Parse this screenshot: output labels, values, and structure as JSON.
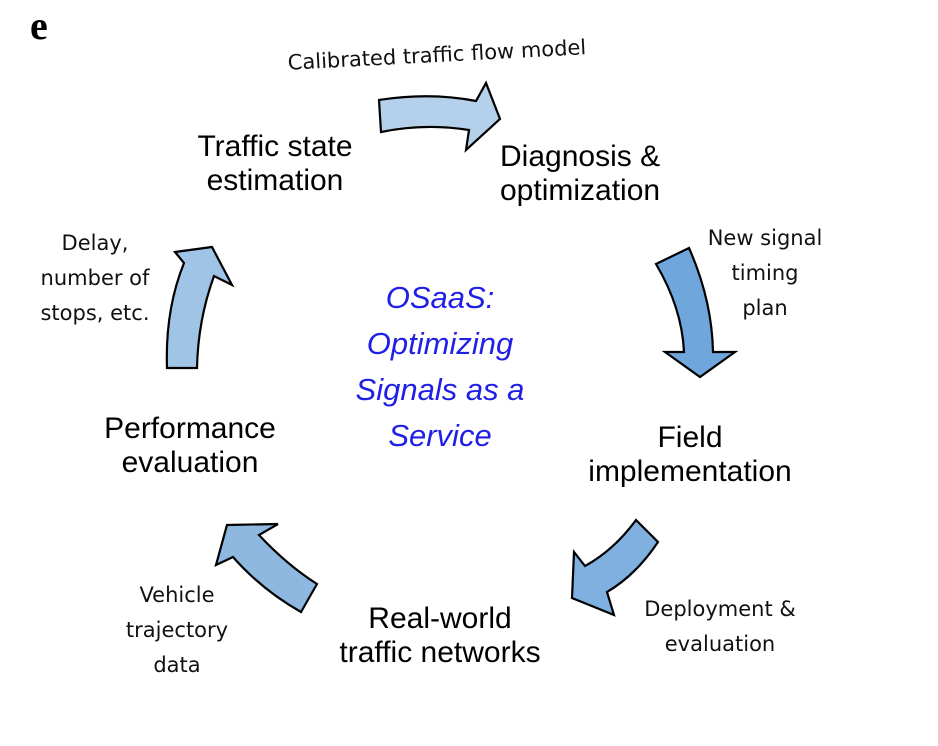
{
  "panel_label": "e",
  "center_title": {
    "lines": [
      "OSaaS:",
      "Optimizing",
      "Signals as a",
      "Service"
    ],
    "color": "#1f1fe6"
  },
  "nodes": [
    {
      "id": "traffic-state-estimation",
      "lines": [
        "Traffic state",
        "estimation"
      ]
    },
    {
      "id": "diagnosis-optimization",
      "lines": [
        "Diagnosis &",
        "optimization"
      ]
    },
    {
      "id": "field-implementation",
      "lines": [
        "Field",
        "implementation"
      ]
    },
    {
      "id": "real-world-traffic-networks",
      "lines": [
        "Real-world",
        "traffic networks"
      ]
    },
    {
      "id": "performance-evaluation",
      "lines": [
        "Performance",
        "evaluation"
      ]
    }
  ],
  "edges": [
    {
      "from": "traffic-state-estimation",
      "to": "diagnosis-optimization",
      "label_lines": [
        "Calibrated traffic flow model"
      ],
      "color": "#b4d0ea"
    },
    {
      "from": "diagnosis-optimization",
      "to": "field-implementation",
      "label_lines": [
        "New signal",
        "timing",
        "plan"
      ],
      "color": "#6fa6db"
    },
    {
      "from": "field-implementation",
      "to": "real-world-traffic-networks",
      "label_lines": [
        "Deployment &",
        "evaluation"
      ],
      "color": "#7fb0e0"
    },
    {
      "from": "real-world-traffic-networks",
      "to": "performance-evaluation",
      "label_lines": [
        "Vehicle",
        "trajectory",
        "data"
      ],
      "color": "#8fb8e0"
    },
    {
      "from": "performance-evaluation",
      "to": "traffic-state-estimation",
      "label_lines": [
        "Delay,",
        "number of",
        "stops, etc."
      ],
      "color": "#9fc4e6"
    }
  ]
}
